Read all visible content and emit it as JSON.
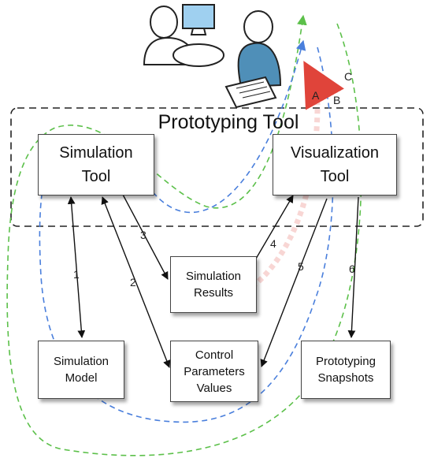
{
  "frame": {
    "title": "Prototyping Tool"
  },
  "boxes": {
    "simulation_tool": {
      "line1": "Simulation",
      "line2": "Tool"
    },
    "visualization_tool": {
      "line1": "Visualization",
      "line2": "Tool"
    },
    "simulation_results": {
      "line1": "Simulation",
      "line2": "Results"
    },
    "simulation_model": {
      "line1": "Simulation",
      "line2": "Model"
    },
    "control_parameters": {
      "line1": "Control",
      "line2": "Parameters",
      "line3": "Values"
    },
    "prototyping_snapshots": {
      "line1": "Prototyping",
      "line2": "Snapshots"
    }
  },
  "edge_labels": {
    "e1": "1",
    "e2": "2",
    "e3": "3",
    "e4": "4",
    "e5": "5",
    "e6": "6"
  },
  "path_labels": {
    "a": "A",
    "b": "B",
    "c": "C"
  },
  "colors": {
    "path_a": "#e0443a",
    "path_b": "#4a7fdc",
    "path_c": "#5cc04a",
    "monitor": "#9fd0f0",
    "shirt": "#4f8fb8"
  },
  "icons": {
    "people": "two-people-at-computer-icon"
  }
}
